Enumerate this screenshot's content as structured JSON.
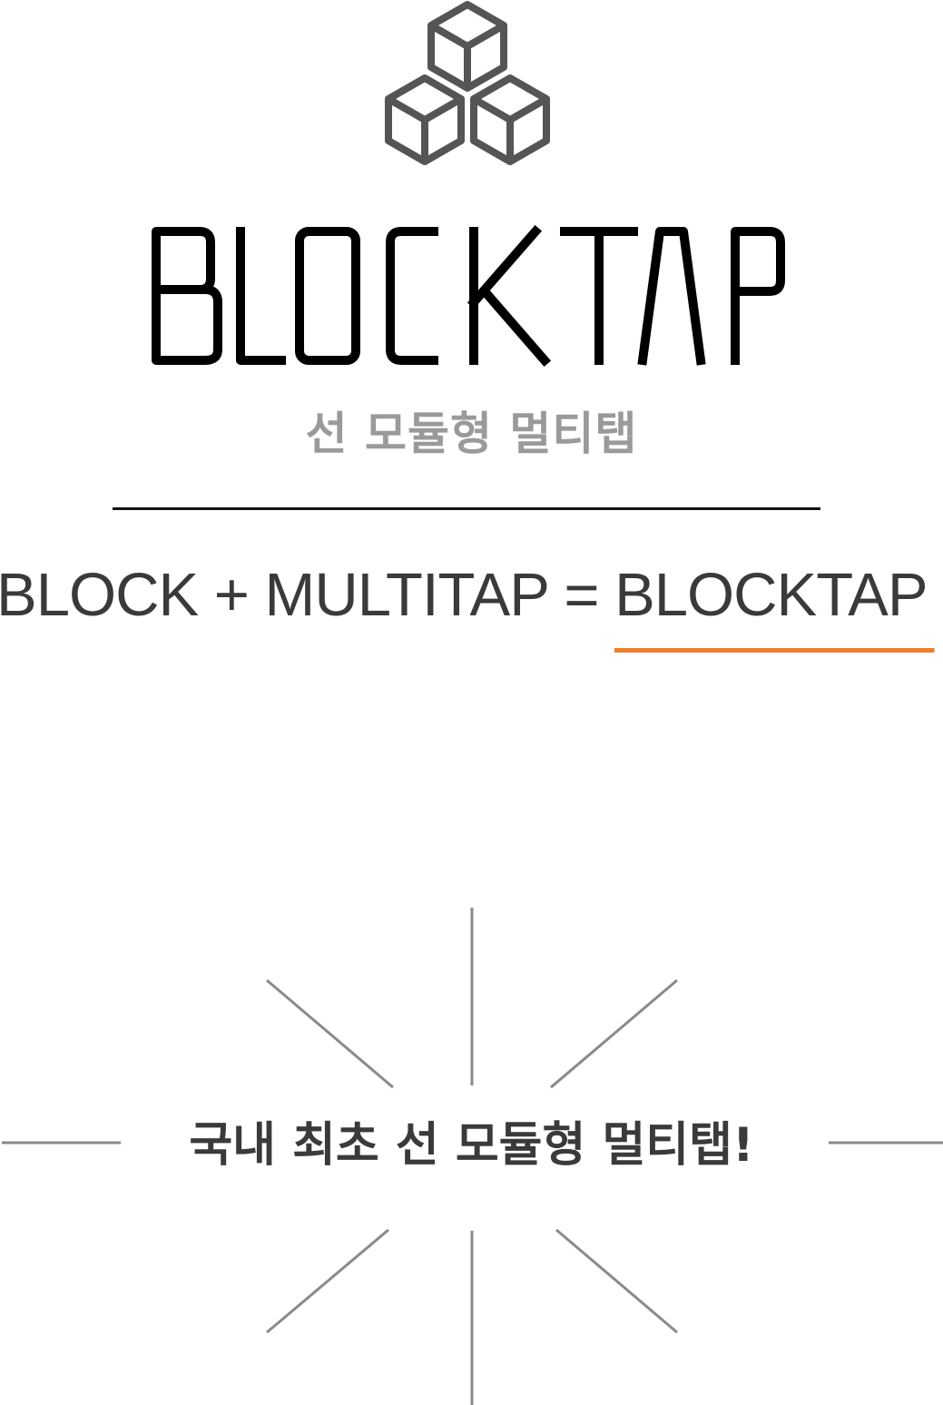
{
  "brand": {
    "name": "BLOCK TAP",
    "subtitle": "선 모듈형 멀티탭"
  },
  "formula": {
    "left_term": "BLOCK",
    "plus": "+",
    "right_term": "MULTITAP",
    "equals": "=",
    "result": "BLOCKTAP"
  },
  "highlight": {
    "text": "국내 최초 선 모듈형 멀티탭!"
  },
  "colors": {
    "accent": "#f07f2a",
    "logo_gray": "#555555",
    "text_dark": "#3a3a3a",
    "subtitle_gray": "#9a9a9a",
    "ray_gray": "#8a8a8a"
  },
  "icons": {
    "logo": "stacked-cubes-icon"
  }
}
